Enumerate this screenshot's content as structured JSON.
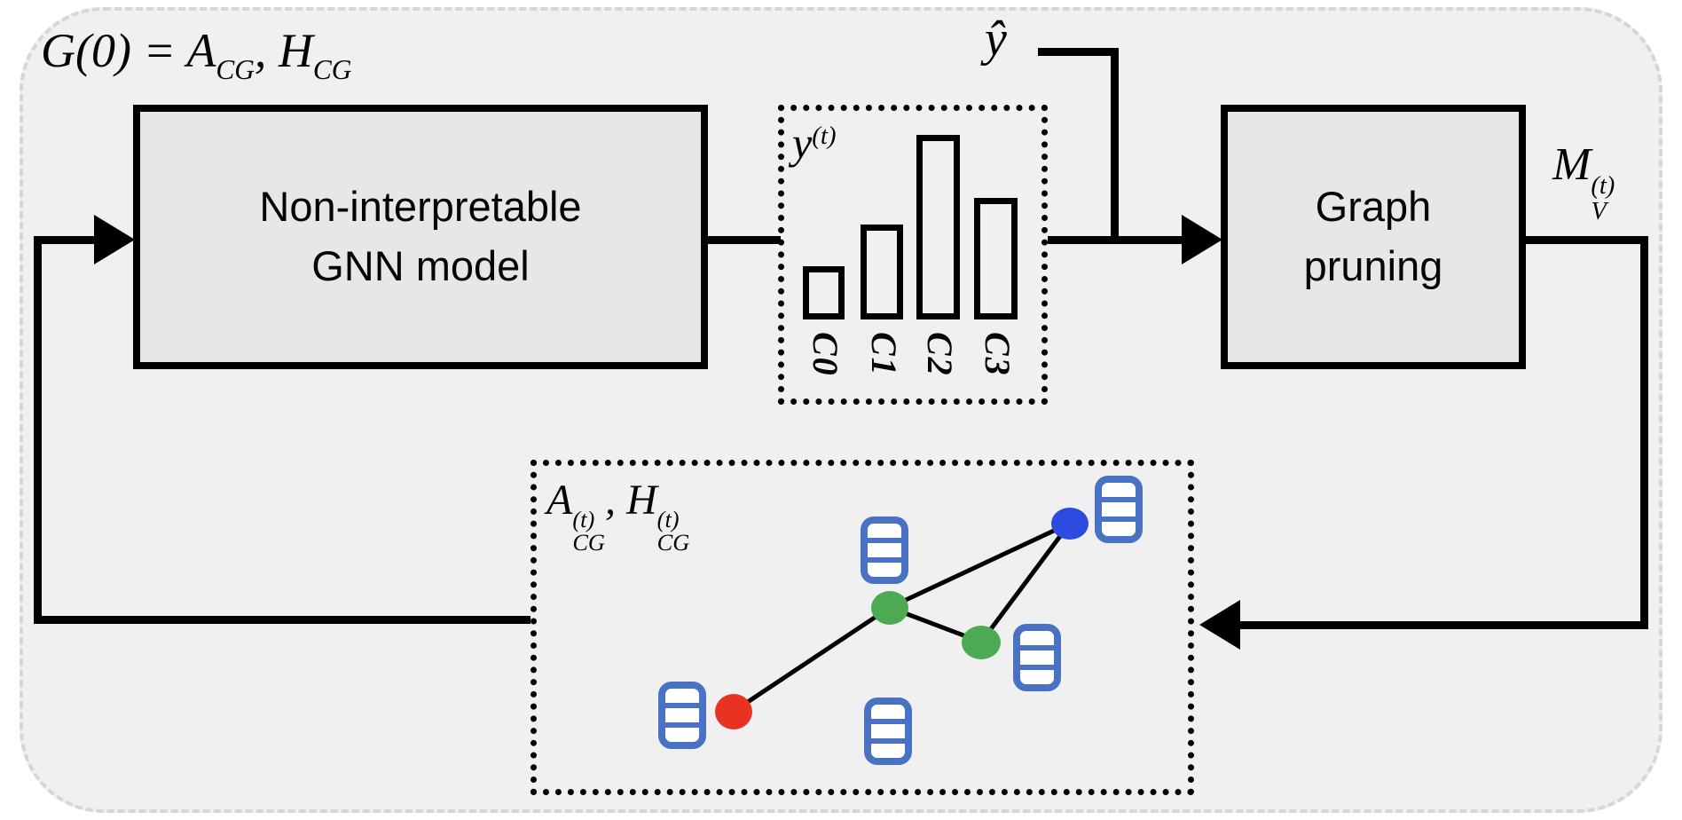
{
  "figure": {
    "type": "flow-diagram",
    "background": "#f0f0f1",
    "frame_border_color": "#d6d6d6",
    "line_color": "#000000"
  },
  "labels": {
    "g0": {
      "p1": "G(0) = A",
      "s1": "CG",
      "p2": ", H",
      "s2": "CG"
    },
    "y_hat": "ŷ",
    "y_t": {
      "base": "y",
      "sup": "(t)"
    },
    "mv": {
      "base": "M",
      "sup": "(t)",
      "sub": "V"
    },
    "ah": {
      "a": "A",
      "a_sup": "(t)",
      "a_sub": "CG",
      "sep": ", ",
      "h": "H",
      "h_sup": "(t)",
      "h_sub": "CG"
    }
  },
  "boxes": {
    "gnn": {
      "line1": "Non-interpretable",
      "line2": "GNN model",
      "fill": "#e7e7e8",
      "border": "#000000"
    },
    "pruning": {
      "line1": "Graph",
      "line2": "pruning",
      "fill": "#e7e7e8",
      "border": "#000000"
    }
  },
  "chart_data": {
    "type": "bar",
    "title": "y^(t)",
    "categories": [
      "C0",
      "C1",
      "C2",
      "C3"
    ],
    "values": [
      60,
      107,
      208,
      137
    ],
    "units": "px (relative class scores, no axis shown)",
    "bar_fill": "#757171",
    "bar_border": "#000000",
    "bar_heights_css": [
      "60px",
      "107px",
      "208px",
      "137px"
    ]
  },
  "graph": {
    "nodes": [
      {
        "id": "red-node",
        "color": "#e83323"
      },
      {
        "id": "green-node-1",
        "color": "#4caa52"
      },
      {
        "id": "green-node-2",
        "color": "#4caa52"
      },
      {
        "id": "blue-node",
        "color": "#2e4be0"
      }
    ],
    "edges": [
      [
        "red-node",
        "green-node-1"
      ],
      [
        "green-node-1",
        "blue-node"
      ],
      [
        "green-node-1",
        "green-node-2"
      ],
      [
        "green-node-2",
        "blue-node"
      ]
    ],
    "feature_icon_color": "#4a72c4",
    "feature_icon_count": 5
  }
}
